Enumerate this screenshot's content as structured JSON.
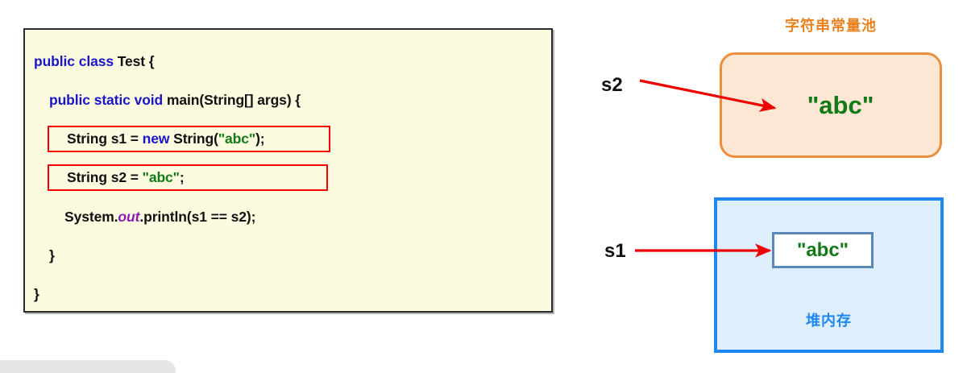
{
  "code_panel": {
    "lines": [
      {
        "id": "l1",
        "parts": [
          {
            "text": "public class ",
            "style": "kw"
          },
          {
            "text": "Test {",
            "style": "plain"
          }
        ]
      },
      {
        "id": "l2",
        "parts": [
          {
            "text": "public static void ",
            "style": "kw"
          },
          {
            "text": "main(String[] args) {",
            "style": "plain"
          }
        ]
      },
      {
        "id": "l3",
        "parts": [
          {
            "text": "String s1 = ",
            "style": "plain"
          },
          {
            "text": "new ",
            "style": "kw"
          },
          {
            "text": "String(",
            "style": "plain"
          },
          {
            "text": "\"abc\"",
            "style": "str"
          },
          {
            "text": ");",
            "style": "plain"
          }
        ]
      },
      {
        "id": "l4",
        "parts": [
          {
            "text": "String s2 = ",
            "style": "plain"
          },
          {
            "text": "\"abc\"",
            "style": "str"
          },
          {
            "text": ";",
            "style": "plain"
          }
        ]
      },
      {
        "id": "l5",
        "parts": [
          {
            "text": "System.",
            "style": "plain"
          },
          {
            "text": "out",
            "style": "field"
          },
          {
            "text": ".println(s1 == s2);",
            "style": "plain"
          }
        ]
      },
      {
        "id": "l6",
        "parts": [
          {
            "text": "}",
            "style": "plain"
          }
        ]
      },
      {
        "id": "l7",
        "parts": [
          {
            "text": "}",
            "style": "plain"
          }
        ]
      }
    ],
    "line_texts": {
      "l1": "public class Test {",
      "l2": "public static void main(String[] args) {",
      "l3": "String s1 = new String(\"abc\");",
      "l4": "String s2 = \"abc\";",
      "l5": "System.out.println(s1 == s2);",
      "l6": "}",
      "l7": "}"
    }
  },
  "diagram": {
    "pool_title": "字符串常量池",
    "pool_value": "\"abc\"",
    "heap_label": "堆内存",
    "heap_value": "\"abc\"",
    "var_s1": "s1",
    "var_s2": "s2"
  },
  "colors": {
    "keyword_blue": "#1a15c8",
    "string_green": "#117a17",
    "field_purple": "#8d19b4",
    "highlight_red": "#f40000",
    "pool_orange": "#e8821e",
    "pool_border": "#ed8e3c",
    "pool_fill": "#fce6d4",
    "heap_blue": "#1e88f0",
    "heap_fill": "#dfeefc",
    "inner_border": "#5b86b8",
    "code_bg": "#fcfbdf",
    "code_border": "#2b2b2b",
    "arrow_red": "#ef0000"
  }
}
